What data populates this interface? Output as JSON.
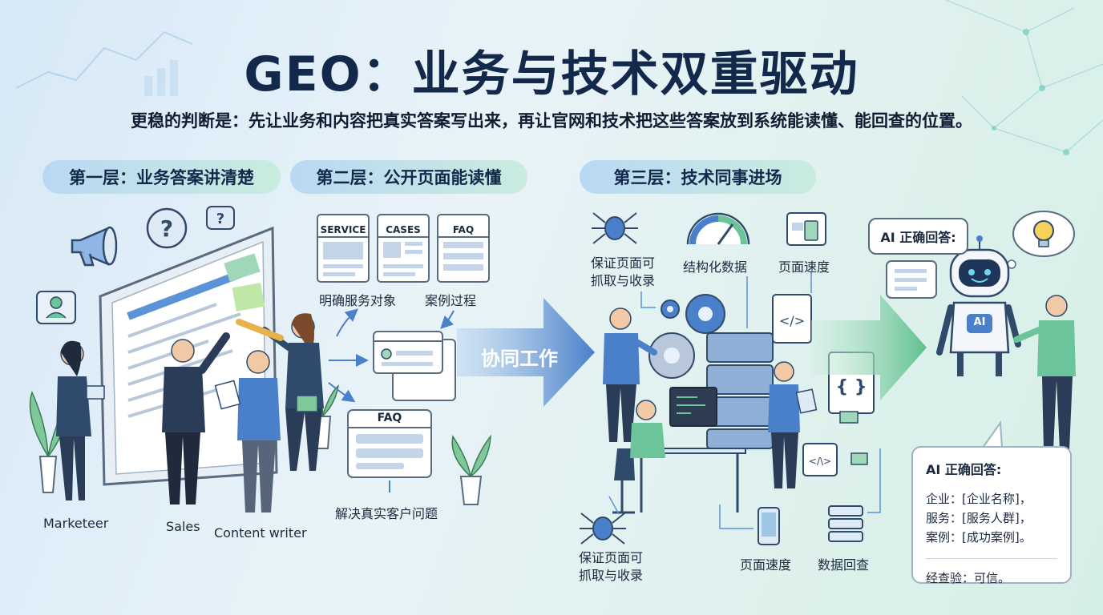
{
  "title": "GEO：业务与技术双重驱动",
  "subtitle": "更稳的判断是：先让业务和内容把真实答案写出来，再让官网和技术把这些答案放到系统能读懂、能回查的位置。",
  "layers": {
    "layer1": "第一层：业务答案讲清楚",
    "layer2": "第二层：公开页面能读懂",
    "layer3": "第三层：技术同事进场"
  },
  "people": {
    "marketeer": "Marketeer",
    "sales": "Sales",
    "content_writer": "Content writer"
  },
  "layer2_labels": {
    "card_service": "SERVICE",
    "card_cases": "CASES",
    "card_faq": "FAQ",
    "clear_service": "明确服务对象",
    "case_process": "案例过程",
    "faq_card": "FAQ",
    "solve_problems": "解决真实客户问题"
  },
  "collab": "协同工作",
  "layer3_labels": {
    "crawl_top": "保证页面可\n抓取与收录",
    "structured_data": "结构化数据",
    "page_speed_top": "页面速度",
    "crawl_bottom": "保证页面可\n抓取与收录",
    "page_speed_bottom": "页面速度",
    "data_check": "数据回查"
  },
  "ai": {
    "bubble_top": "AI 正确回答:",
    "robot_badge": "AI",
    "box_title": "AI 正确回答:",
    "rows": [
      "企业：[企业名称]，",
      "服务：[服务人群]，",
      "案例：[成功案例]。"
    ],
    "verify": "经查验：可信。"
  },
  "icons": [
    "megaphone-icon",
    "question-icon",
    "user-icon",
    "spider-icon",
    "gauge-icon",
    "gear-icon",
    "server-icon",
    "code-icon",
    "lightbulb-icon",
    "phone-icon",
    "database-icon",
    "plant-icon",
    "robot-icon"
  ],
  "colors": {
    "title": "#13294b",
    "pill_start": "#b9d8f3",
    "pill_end": "#c9ecdf",
    "arrow_blue": "#5a93d8",
    "arrow_green": "#6cc49a",
    "accent": "#4a7fc9"
  }
}
